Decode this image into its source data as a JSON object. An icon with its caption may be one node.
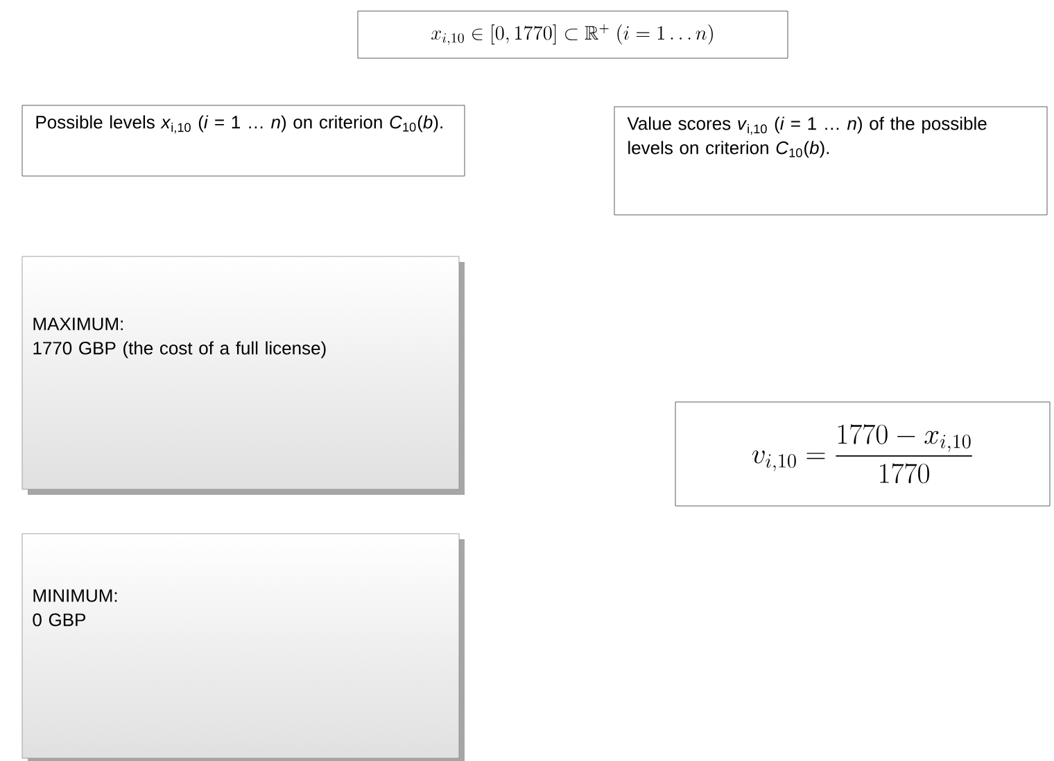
{
  "diagram": {
    "nodes": [
      {
        "text": [
          "x_{i,10} \\in [0,1770] \\subset \\mathbb{R}^{+}\\ (i = 1 \\ldots n)"
        ]
      },
      {
        "text": [
          "Possible levels *x*$_{i,10}$ (*i* = 1 … *n*) on criterion *C*$_{10}$(*b*)."
        ]
      },
      {
        "text": [
          "Value scores *v*$_{i,10}$ (*i* = 1 … *n*) of the possible levels on criterion *C*$_{10}$(*b*)."
        ]
      },
      {
        "text": [
          "MAXIMUM:",
          "1770 GBP (the cost of a full license)"
        ]
      },
      {
        "text": [
          "MINIMUM:",
          "0 GBP"
        ]
      },
      {
        "text": [
          "v_{i,10} = \\frac{1770 - x_{i,10}}{1770}"
        ]
      }
    ],
    "edges": []
  }
}
